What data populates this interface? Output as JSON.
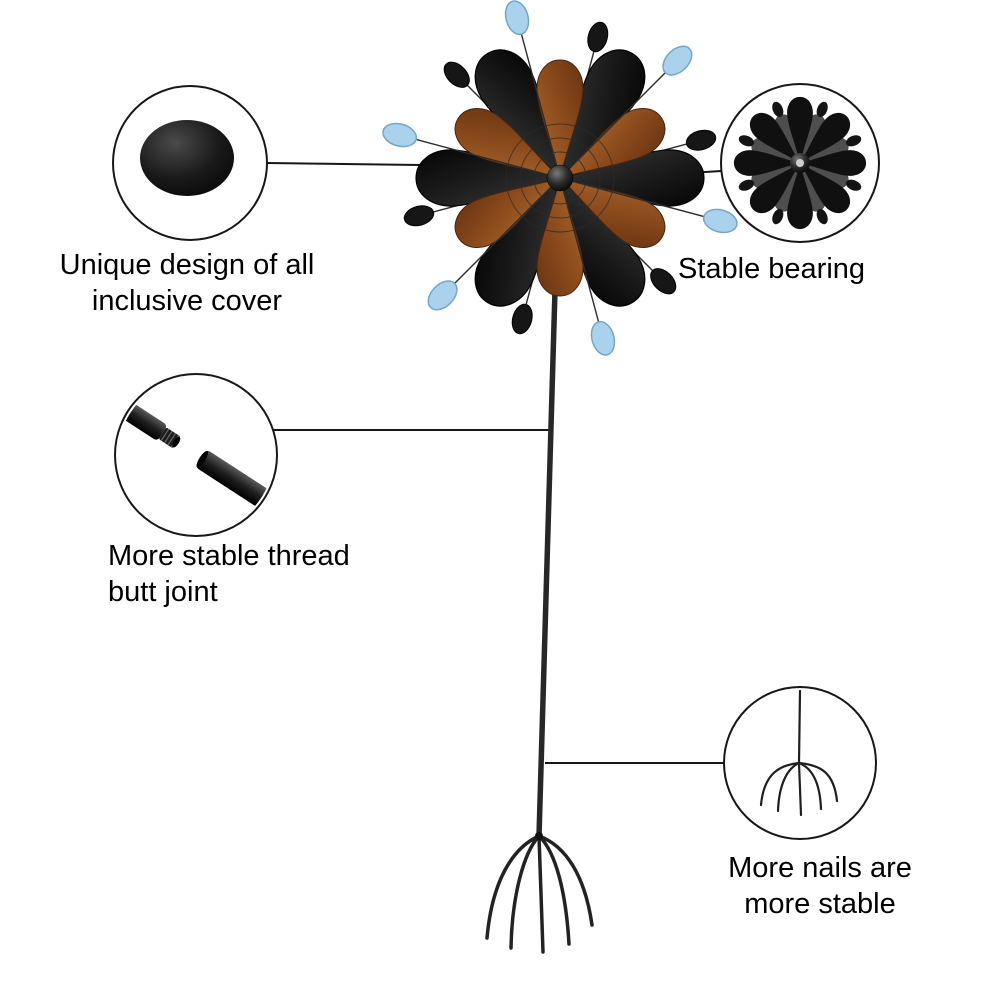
{
  "background": "#ffffff",
  "colors": {
    "outline": "#171717",
    "copper_blade": "#8f4c1d",
    "black_blade": "#161616",
    "blue_accent": "#aad2ec",
    "metal_pole": "#262626"
  },
  "callouts": {
    "cover": {
      "icon": "dome-cap-icon",
      "lines": [
        "Unique design of all",
        "inclusive cover"
      ]
    },
    "bearing": {
      "icon": "bearing-rotor-icon",
      "lines": [
        "Stable bearing"
      ]
    },
    "joint": {
      "icon": "thread-joint-icon",
      "lines": [
        "More stable thread",
        "butt joint"
      ]
    },
    "nails": {
      "icon": "ground-nails-icon",
      "lines": [
        "More nails are",
        "more stable"
      ]
    }
  }
}
